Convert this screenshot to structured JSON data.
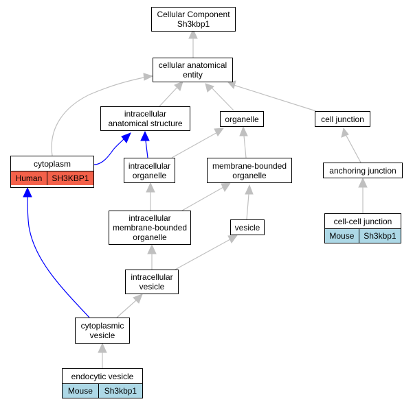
{
  "colors": {
    "edge_default": "#c0c0c0",
    "edge_highlight": "#0000ff",
    "human_fill": "#f4614a",
    "mouse_fill": "#add8e6"
  },
  "nodes": {
    "cellular_component": "Cellular Component\nSh3kbp1",
    "cellular_anatomical_entity": "cellular anatomical\nentity",
    "intracellular_anatomical_structure": "intracellular\nanatomical structure",
    "organelle": "organelle",
    "cell_junction": "cell junction",
    "cytoplasm": {
      "label": "cytoplasm",
      "species": "Human",
      "gene": "SH3KBP1"
    },
    "intracellular_organelle": "intracellular\norganelle",
    "membrane_bounded_organelle": "membrane-bounded\norganelle",
    "anchoring_junction": "anchoring junction",
    "intracellular_membrane_bounded_organelle": "intracellular\nmembrane-bounded\norganelle",
    "vesicle": "vesicle",
    "cell_cell_junction": {
      "label": "cell-cell junction",
      "species": "Mouse",
      "gene": "Sh3kbp1"
    },
    "intracellular_vesicle": "intracellular\nvesicle",
    "cytoplasmic_vesicle": "cytoplasmic\nvesicle",
    "endocytic_vesicle": {
      "label": "endocytic vesicle",
      "species": "Mouse",
      "gene": "Sh3kbp1"
    }
  }
}
